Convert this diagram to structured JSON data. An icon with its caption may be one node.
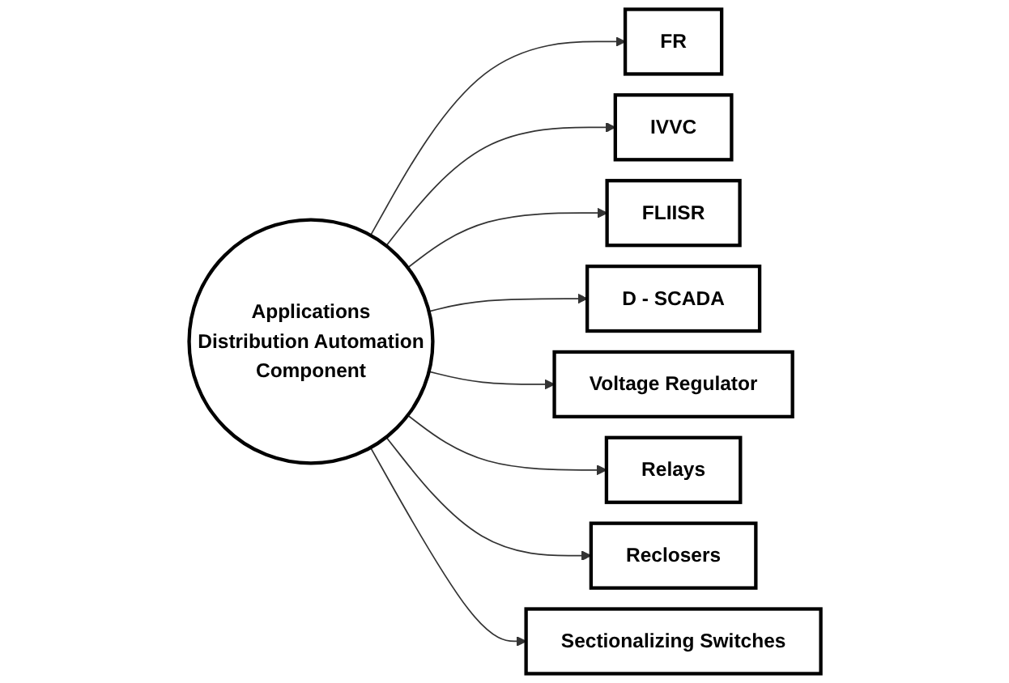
{
  "diagram": {
    "nodes": [
      {
        "text": [
          "FR"
        ]
      },
      {
        "text": [
          "IVVC"
        ]
      },
      {
        "text": [
          "FLIISR"
        ]
      },
      {
        "text": [
          "D - SCADA"
        ]
      },
      {
        "text": [
          "Applications",
          "Distribution Automation",
          "Component"
        ]
      },
      {
        "text": [
          "Voltage Regulator"
        ]
      },
      {
        "text": [
          "Relays"
        ]
      },
      {
        "text": [
          "Reclosers"
        ]
      },
      {
        "text": [
          "Sectionalizing Switches"
        ]
      }
    ],
    "edges": [
      {
        "from": 4,
        "to": 0,
        "arrow": "to"
      },
      {
        "from": 4,
        "to": 1,
        "arrow": "to"
      },
      {
        "from": 4,
        "to": 2,
        "arrow": "to"
      },
      {
        "from": 4,
        "to": 3,
        "arrow": "to"
      },
      {
        "from": 4,
        "to": 5,
        "arrow": "to"
      },
      {
        "from": 4,
        "to": 6,
        "arrow": "to"
      },
      {
        "from": 4,
        "to": 7,
        "arrow": "to"
      },
      {
        "from": 4,
        "to": 8,
        "arrow": "to"
      }
    ]
  }
}
